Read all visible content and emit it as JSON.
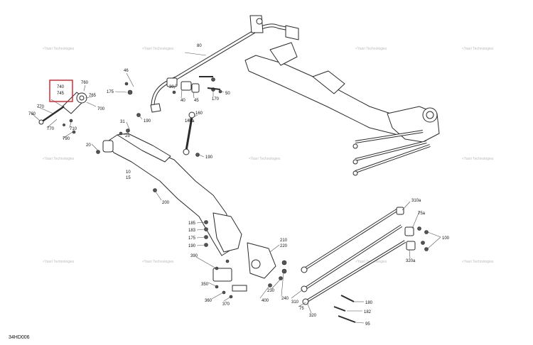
{
  "diagram": {
    "reference_code": "34HD006",
    "highlight_color": "#d0202a",
    "line_color": "#2b2b2b",
    "highlight_labels": [
      "740",
      "745"
    ],
    "watermark": "<Yasri Technologies",
    "callouts": [
      {
        "text": "80"
      },
      {
        "text": "46"
      },
      {
        "text": "175"
      },
      {
        "text": "760"
      },
      {
        "text": "765"
      },
      {
        "text": "700"
      },
      {
        "text": "40"
      },
      {
        "text": "45"
      },
      {
        "text": "30"
      },
      {
        "text": "170"
      },
      {
        "text": "50"
      },
      {
        "text": "760"
      },
      {
        "text": "770"
      },
      {
        "text": "770"
      },
      {
        "text": "710"
      },
      {
        "text": "790"
      },
      {
        "text": "190"
      },
      {
        "text": "160"
      },
      {
        "text": "31"
      },
      {
        "text": "25"
      },
      {
        "text": "160a"
      },
      {
        "text": "20"
      },
      {
        "text": "190"
      },
      {
        "text": "10"
      },
      {
        "text": "15"
      },
      {
        "text": "200"
      },
      {
        "text": "185"
      },
      {
        "text": "183"
      },
      {
        "text": "175"
      },
      {
        "text": "190"
      },
      {
        "text": "210"
      },
      {
        "text": "220"
      },
      {
        "text": "390"
      },
      {
        "text": "350"
      },
      {
        "text": "360"
      },
      {
        "text": "370"
      },
      {
        "text": "400"
      },
      {
        "text": "230"
      },
      {
        "text": "240"
      },
      {
        "text": "310"
      },
      {
        "text": "75"
      },
      {
        "text": "320"
      },
      {
        "text": "310a"
      },
      {
        "text": "75a"
      },
      {
        "text": "100"
      },
      {
        "text": "320a"
      },
      {
        "text": "180"
      },
      {
        "text": "182"
      },
      {
        "text": "95"
      }
    ]
  }
}
